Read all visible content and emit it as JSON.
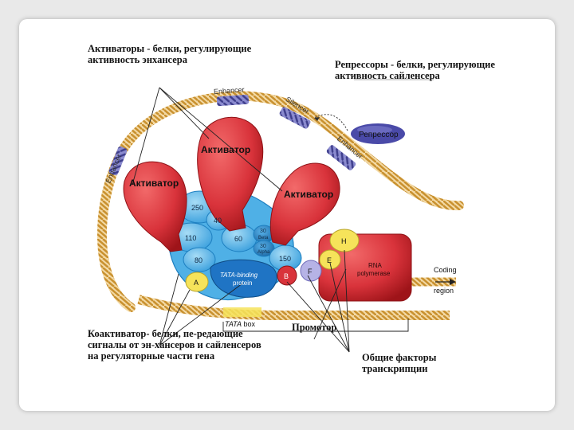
{
  "labels": {
    "activators": "Активаторы - белки, регулирующие активность энхансера",
    "repressors": "Репрессоры - белки, регулирующие активность сайленсера",
    "coactivators": "Коактиватор- белки, пе-редающие сигналы от эн-хансеров и сайленсеров на регуляторные части гена",
    "promoter": "Промотор",
    "general_factors": "Общие факторы транскрипции"
  },
  "dna_elements": {
    "enhancer_top": "Enhancer",
    "enhancer_left": "Enhancer",
    "enhancer_right": "Enhancer",
    "silencer": "Silencer",
    "tata_box": "TATA box",
    "tata_box_italic": "TATA",
    "tata_box_rest": " box",
    "coding_region": "Coding region",
    "coding_line1": "Coding",
    "coding_line2": "region"
  },
  "proteins": {
    "repressor": "Репрессор",
    "activator_left": "Активатор",
    "activator_center": "Активатор",
    "activator_right": "Активатор",
    "tbp_line1": "TATA-binding",
    "tbp_line2": "protein",
    "rna_pol_line1": "RNA",
    "rna_pol_line2": "polymerase"
  },
  "subunits": {
    "taf250": "250",
    "taf40": "40",
    "taf110": "110",
    "taf60": "60",
    "taf80": "80",
    "taf150": "150",
    "taf30beta": "30",
    "beta": "Beta",
    "taf30alpha": "30",
    "alpha": "Alpha",
    "a": "A",
    "b": "B",
    "e": "E",
    "f": "F",
    "h": "H"
  },
  "colors": {
    "activator": "#d9333b",
    "activator_dark": "#a8191f",
    "taf_light": "#6fc3ec",
    "taf_dark": "#1f8fd6",
    "rna_pol": "#d9333b",
    "factor_yellow": "#f6e35a",
    "factor_lavender": "#b6b3e6",
    "repressor": "#4a4aa8",
    "enhancer": "#6f6fb5",
    "dna_strand": "#e3b96e"
  }
}
